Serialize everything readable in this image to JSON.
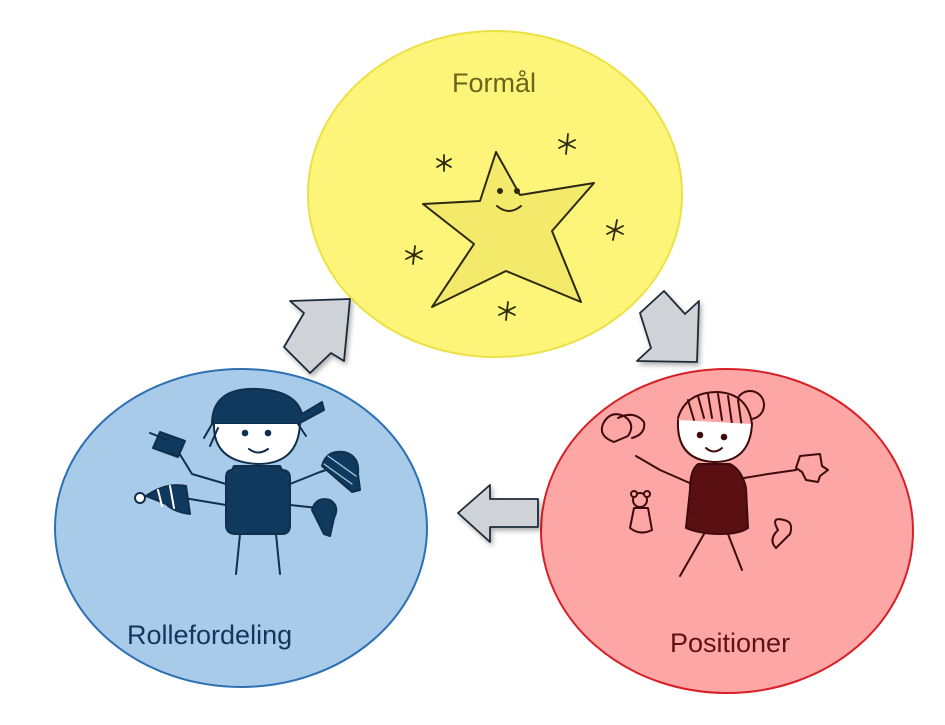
{
  "nodes": {
    "formal": {
      "label": "Formål",
      "fill": "#fdf57a",
      "stroke": "#ece144",
      "text_color": "#6b651c",
      "illustration": "smiling-star-with-sparkles"
    },
    "rollefordeling": {
      "label": "Rollefordeling",
      "fill": "#a9cbea",
      "stroke": "#2c70b4",
      "text_color": "#15365c",
      "illustration": "child-with-hats"
    },
    "positioner": {
      "label": "Positioner",
      "fill": "#fca7a5",
      "stroke": "#d81f26",
      "text_color": "#5f1115",
      "illustration": "girl-with-toys"
    }
  },
  "arrows": {
    "fill": "#cfd3d8",
    "stroke": "#1c2b38",
    "flow": [
      "formal-to-positioner",
      "positioner-to-rollefordeling",
      "rollefordeling-to-formal"
    ]
  }
}
